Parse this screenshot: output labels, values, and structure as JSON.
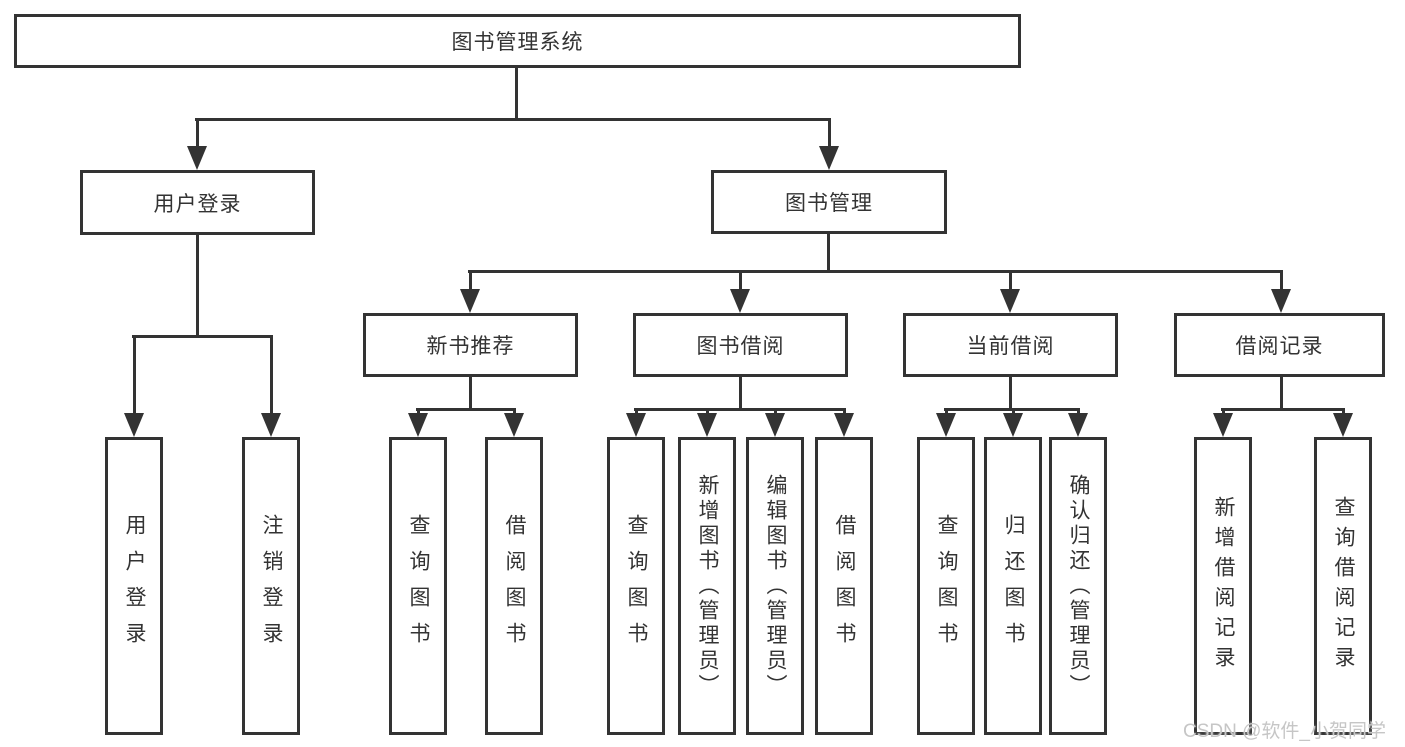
{
  "diagram": {
    "root": {
      "label": "图书管理系统"
    },
    "level2": [
      {
        "label": "用户登录"
      },
      {
        "label": "图书管理"
      }
    ],
    "level3": [
      {
        "label": "新书推荐"
      },
      {
        "label": "图书借阅"
      },
      {
        "label": "当前借阅"
      },
      {
        "label": "借阅记录"
      }
    ],
    "leaves": [
      {
        "label": "用户登录"
      },
      {
        "label": "注销登录"
      },
      {
        "label": "查询图书"
      },
      {
        "label": "借阅图书"
      },
      {
        "label": "查询图书"
      },
      {
        "label": "新增图书（管理员）"
      },
      {
        "label": "编辑图书（管理员）"
      },
      {
        "label": "借阅图书"
      },
      {
        "label": "查询图书"
      },
      {
        "label": "归还图书"
      },
      {
        "label": "确认归还（管理员）"
      },
      {
        "label": "新增借阅记录"
      },
      {
        "label": "查询借阅记录"
      }
    ]
  },
  "watermark": {
    "text": "CSDN @软件_小贺同学"
  },
  "colors": {
    "line": "#333333",
    "text": "#333333",
    "background": "#ffffff",
    "watermark": "#c6c6c6"
  }
}
